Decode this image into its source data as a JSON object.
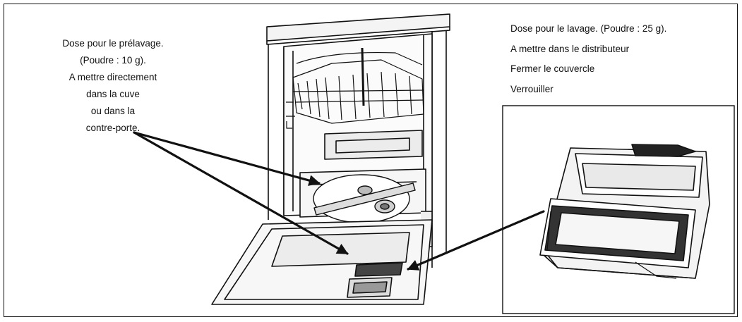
{
  "left_note": {
    "lines": [
      "Dose pour le prélavage.",
      "(Poudre : 10 g).",
      "A mettre directement",
      "dans la cuve",
      "ou dans la",
      "contre-porte."
    ]
  },
  "right_note": {
    "lines": [
      "Dose pour le lavage.  (Poudre : 25 g).",
      "A mettre dans le distributeur",
      "Fermer le couvercle",
      "Verrouiller"
    ]
  },
  "icons": {
    "dishwasher": "dishwasher-illustration",
    "dispenser": "detergent-dispenser-illustration"
  }
}
